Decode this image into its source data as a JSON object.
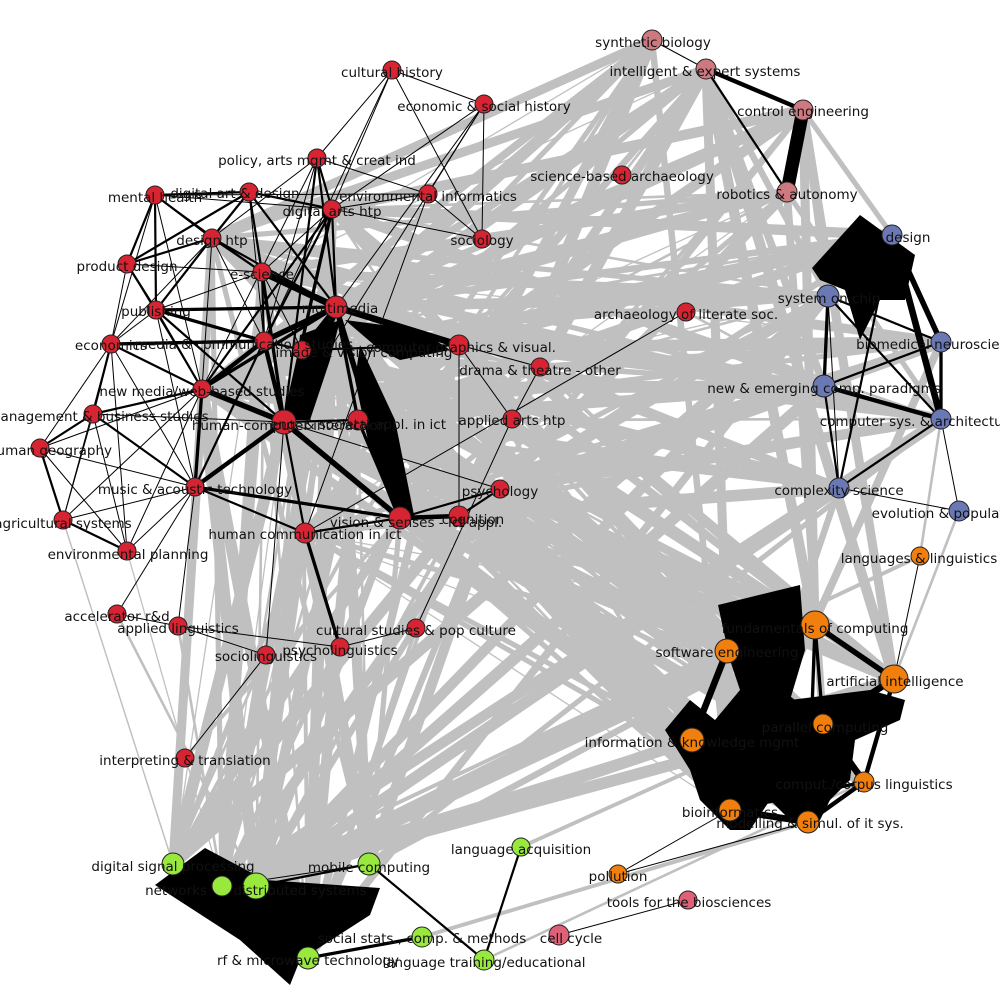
{
  "colors": {
    "background": "#ffffff",
    "edge_internal": "#000000",
    "edge_between": "#c0c0c0",
    "node_outline": "#222222",
    "group_red": "#d62433",
    "group_pink": "#cc7a80",
    "group_blue": "#6a78b4",
    "group_orange": "#f07f0e",
    "group_green": "#98e83e",
    "group_rose": "#e06078"
  },
  "nodes": [
    {
      "id": "synthetic_biology",
      "label": "synthetic biology",
      "group": "pink"
    },
    {
      "id": "intelligent_expert",
      "label": "intelligent & expert systems",
      "group": "pink"
    },
    {
      "id": "control_eng",
      "label": "control engineering",
      "group": "pink"
    },
    {
      "id": "robotics",
      "label": "robotics & autonomy",
      "group": "pink"
    },
    {
      "id": "cultural_history",
      "label": "cultural history",
      "group": "red"
    },
    {
      "id": "econ_social_history",
      "label": "economic & social history",
      "group": "red"
    },
    {
      "id": "policy_arts",
      "label": "policy, arts mgmt & creat ind",
      "group": "red"
    },
    {
      "id": "science_archaeology",
      "label": "science-based archaeology",
      "group": "red"
    },
    {
      "id": "mental_health",
      "label": "mental health",
      "group": "red"
    },
    {
      "id": "digital_art",
      "label": "digital art & design",
      "group": "red"
    },
    {
      "id": "env_informatics",
      "label": "environmental informatics",
      "group": "red"
    },
    {
      "id": "digital_arts_htp",
      "label": "digital arts htp",
      "group": "red"
    },
    {
      "id": "design_htp",
      "label": "design htp",
      "group": "red"
    },
    {
      "id": "sociology",
      "label": "sociology",
      "group": "red"
    },
    {
      "id": "product_design",
      "label": "product design",
      "group": "red"
    },
    {
      "id": "e_science",
      "label": "e-science",
      "group": "red"
    },
    {
      "id": "publishing",
      "label": "publishing",
      "group": "red"
    },
    {
      "id": "multimedia",
      "label": "multimedia",
      "group": "red"
    },
    {
      "id": "archaeology_literate",
      "label": "archaeology of literate soc.",
      "group": "red"
    },
    {
      "id": "economics",
      "label": "economics",
      "group": "red"
    },
    {
      "id": "media_comm",
      "label": "media & communication studies",
      "group": "red"
    },
    {
      "id": "image_vision",
      "label": "image & vision computing",
      "group": "red"
    },
    {
      "id": "computer_graphics",
      "label": "computer graphics & visual.",
      "group": "red"
    },
    {
      "id": "drama_theatre",
      "label": "drama & theatre - other",
      "group": "red"
    },
    {
      "id": "new_media",
      "label": "new media/web-based studies",
      "group": "red"
    },
    {
      "id": "management_business",
      "label": "management & business studies",
      "group": "red"
    },
    {
      "id": "hci",
      "label": "human-computer interaction",
      "group": "red"
    },
    {
      "id": "eng_societal",
      "label": "eng. & societal appl. in ict",
      "group": "red"
    },
    {
      "id": "applied_arts",
      "label": "applied arts htp",
      "group": "red"
    },
    {
      "id": "human_geography",
      "label": "human geography",
      "group": "red"
    },
    {
      "id": "music_acoustic",
      "label": "music & acoustic technology",
      "group": "red"
    },
    {
      "id": "psychology",
      "label": "psychology",
      "group": "red"
    },
    {
      "id": "agricultural",
      "label": "agricultural systems",
      "group": "red"
    },
    {
      "id": "vision_senses",
      "label": "vision & senses - ict appl.",
      "group": "red"
    },
    {
      "id": "cognition",
      "label": "cognition",
      "group": "red"
    },
    {
      "id": "human_comm_ict",
      "label": "human communication in ict",
      "group": "red"
    },
    {
      "id": "env_planning",
      "label": "environmental planning",
      "group": "red"
    },
    {
      "id": "accelerator",
      "label": "accelerator r&d",
      "group": "red"
    },
    {
      "id": "applied_linguistics",
      "label": "applied linguistics",
      "group": "red"
    },
    {
      "id": "cultural_studies",
      "label": "cultural studies & pop culture",
      "group": "red"
    },
    {
      "id": "psycholinguistics",
      "label": "psycholinguistics",
      "group": "red"
    },
    {
      "id": "sociolinguistics",
      "label": "sociolinguistics",
      "group": "red"
    },
    {
      "id": "interpreting",
      "label": "interpreting & translation",
      "group": "red"
    },
    {
      "id": "design_blue",
      "label": "design",
      "group": "blue"
    },
    {
      "id": "system_on_chip",
      "label": "system on chip",
      "group": "blue"
    },
    {
      "id": "biomedical_neuro",
      "label": "biomedical neuroscience",
      "group": "blue"
    },
    {
      "id": "new_emerging",
      "label": "new & emerging comp. paradigms",
      "group": "blue"
    },
    {
      "id": "computer_sys_arch",
      "label": "computer sys. & architecture",
      "group": "blue"
    },
    {
      "id": "complexity",
      "label": "complexity science",
      "group": "blue"
    },
    {
      "id": "evolution_pop",
      "label": "evolution & populations",
      "group": "blue"
    },
    {
      "id": "languages_ling",
      "label": "languages & linguistics",
      "group": "orange"
    },
    {
      "id": "fundamentals",
      "label": "fundamentals of computing",
      "group": "orange"
    },
    {
      "id": "software_eng",
      "label": "software engineering",
      "group": "orange"
    },
    {
      "id": "artificial_intel",
      "label": "artificial intelligence",
      "group": "orange"
    },
    {
      "id": "parallel",
      "label": "parallel computing",
      "group": "orange"
    },
    {
      "id": "info_knowledge",
      "label": "information & knowledge mgmt",
      "group": "orange"
    },
    {
      "id": "comput_corpus",
      "label": "comput./corpus linguistics",
      "group": "orange"
    },
    {
      "id": "bioinformatics",
      "label": "bioinformatics",
      "group": "orange"
    },
    {
      "id": "modelling_simul",
      "label": "modelling & simul. of it sys.",
      "group": "orange"
    },
    {
      "id": "pollution",
      "label": "pollution",
      "group": "orange"
    },
    {
      "id": "digital_signal",
      "label": "digital signal processing",
      "group": "green"
    },
    {
      "id": "networks",
      "label": "networks",
      "group": "green"
    },
    {
      "id": "distributed",
      "label": "distributed systems",
      "group": "green"
    },
    {
      "id": "mobile",
      "label": "mobile computing",
      "group": "green"
    },
    {
      "id": "language_acq",
      "label": "language acquisition",
      "group": "green"
    },
    {
      "id": "social_stats",
      "label": "social stats., comp. & methods",
      "group": "green"
    },
    {
      "id": "rf_microwave",
      "label": "rf & microwave technology",
      "group": "green"
    },
    {
      "id": "language_training",
      "label": "language training/educational",
      "group": "green"
    },
    {
      "id": "tools_biosciences",
      "label": "tools for the biosciences",
      "group": "rose"
    },
    {
      "id": "cell_cycle",
      "label": "cell cycle",
      "group": "rose"
    }
  ]
}
